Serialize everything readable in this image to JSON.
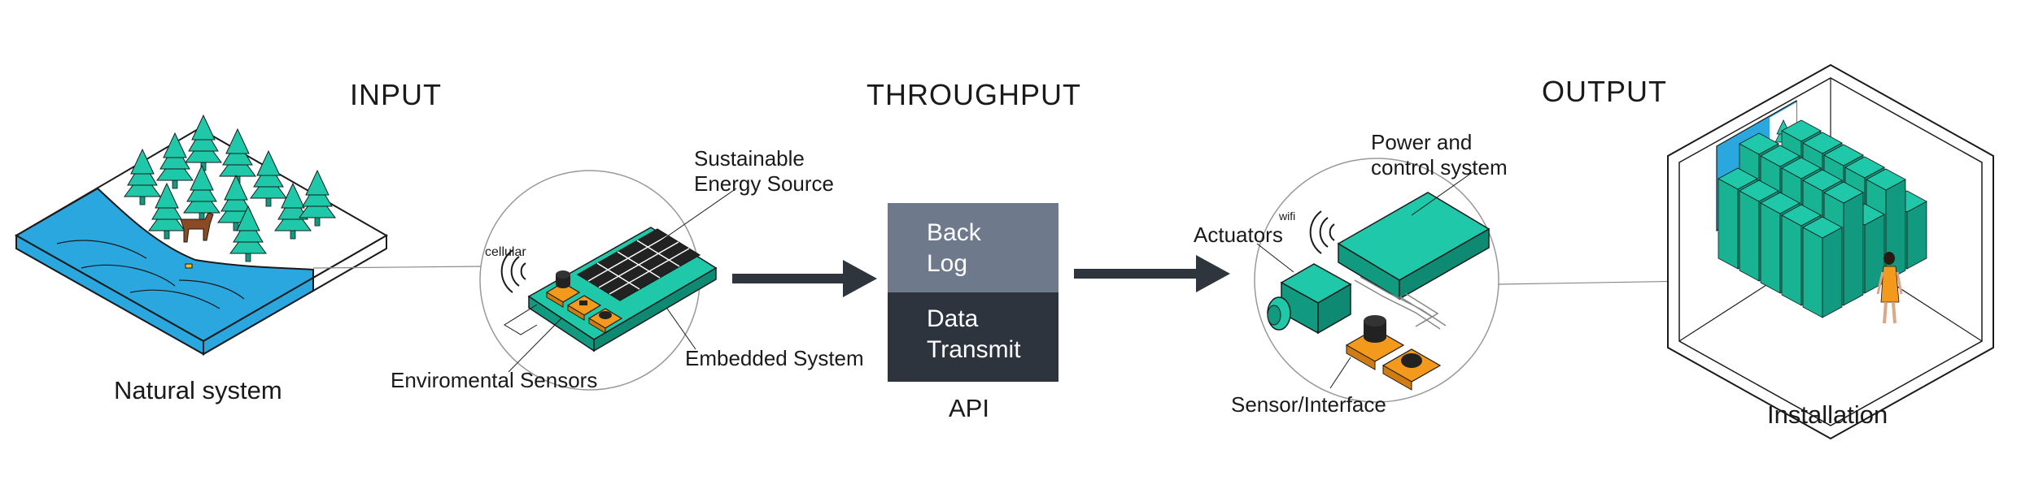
{
  "headings": {
    "input": "INPUT",
    "throughput": "THROUGHPUT",
    "output": "OUTPUT"
  },
  "labels": {
    "natural_system": "Natural system",
    "cellular": "cellular",
    "sustainable_energy": [
      "Sustainable",
      "Energy Source"
    ],
    "embedded_system": "Embedded System",
    "environmental_sensors": "Enviromental Sensors",
    "api": "API",
    "actuators": "Actuators",
    "wifi": "wifi",
    "power_control": [
      "Power and",
      "control system"
    ],
    "sensor_interface": "Sensor/Interface",
    "installation": "Installation"
  },
  "api_stack": {
    "backlog": [
      "Back",
      "Log"
    ],
    "transmit": [
      "Data",
      "Transmit"
    ]
  },
  "colors": {
    "teal": "#1ec8a8",
    "teal_dark": "#119a80",
    "water": "#2aa7df",
    "orange": "#f39a1d",
    "backlog_bg": "#6e7a8c",
    "transmit_bg": "#2e343e",
    "arrow": "#2f353d"
  }
}
